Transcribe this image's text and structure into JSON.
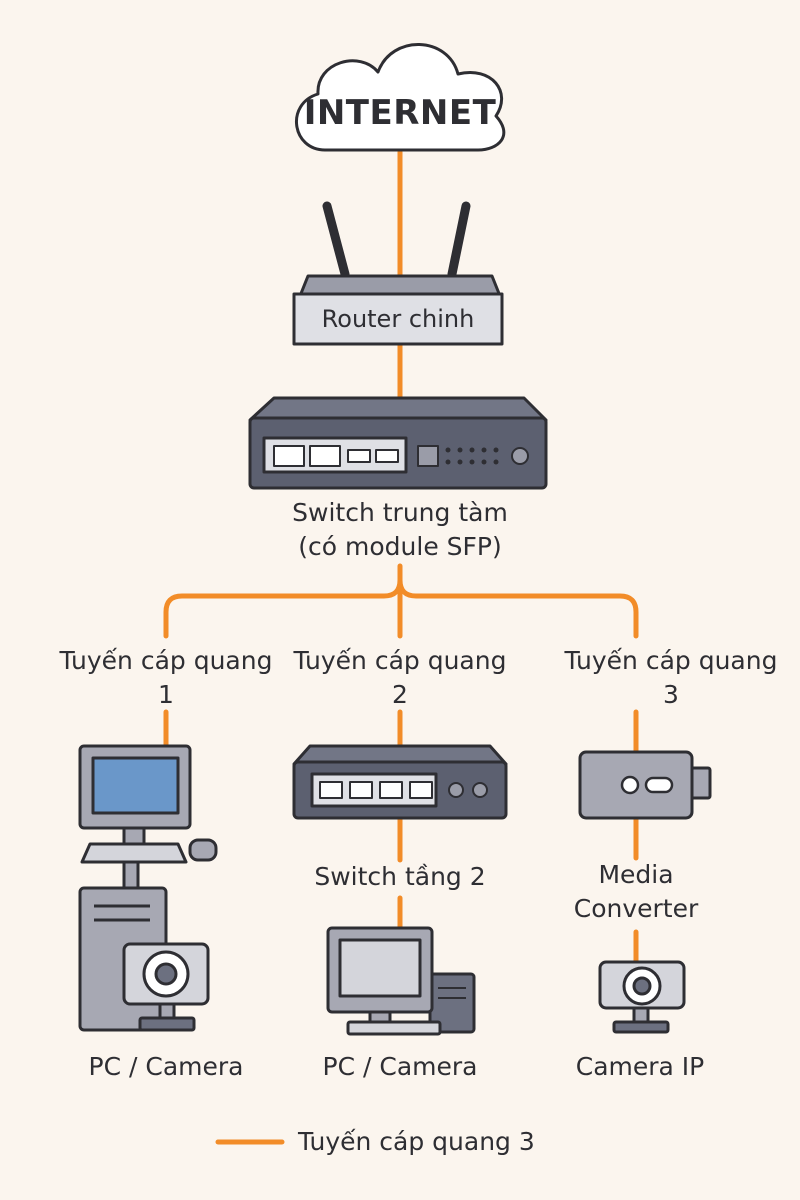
{
  "internet": {
    "label": "INTERNET"
  },
  "router": {
    "label": "Router chinh"
  },
  "core_switch": {
    "label_line1": "Switch trung tàm",
    "label_line2": "(có module SFP)"
  },
  "branches": [
    {
      "label_line1": "Tuyến cáp quang",
      "label_line2": "1",
      "device_label": "PC / Camera"
    },
    {
      "label_line1": "Tuyến cáp quang",
      "label_line2": "2",
      "intermediate_label": "Switch tầng 2",
      "device_label": "PC / Camera"
    },
    {
      "label_line1": "Tuyến cáp quang",
      "label_line2": "3",
      "intermediate_label_line1": "Media",
      "intermediate_label_line2": "Converter",
      "device_label": "Camera IP"
    }
  ],
  "legend": {
    "label": "Tuyến cáp quang 3"
  },
  "colors": {
    "background": "#fbf5ee",
    "fiber": "#f28c28",
    "device_fill": "#a7a8b3",
    "device_dark": "#565a68",
    "outline": "#2e2e33",
    "screen": "#6a97c9"
  }
}
